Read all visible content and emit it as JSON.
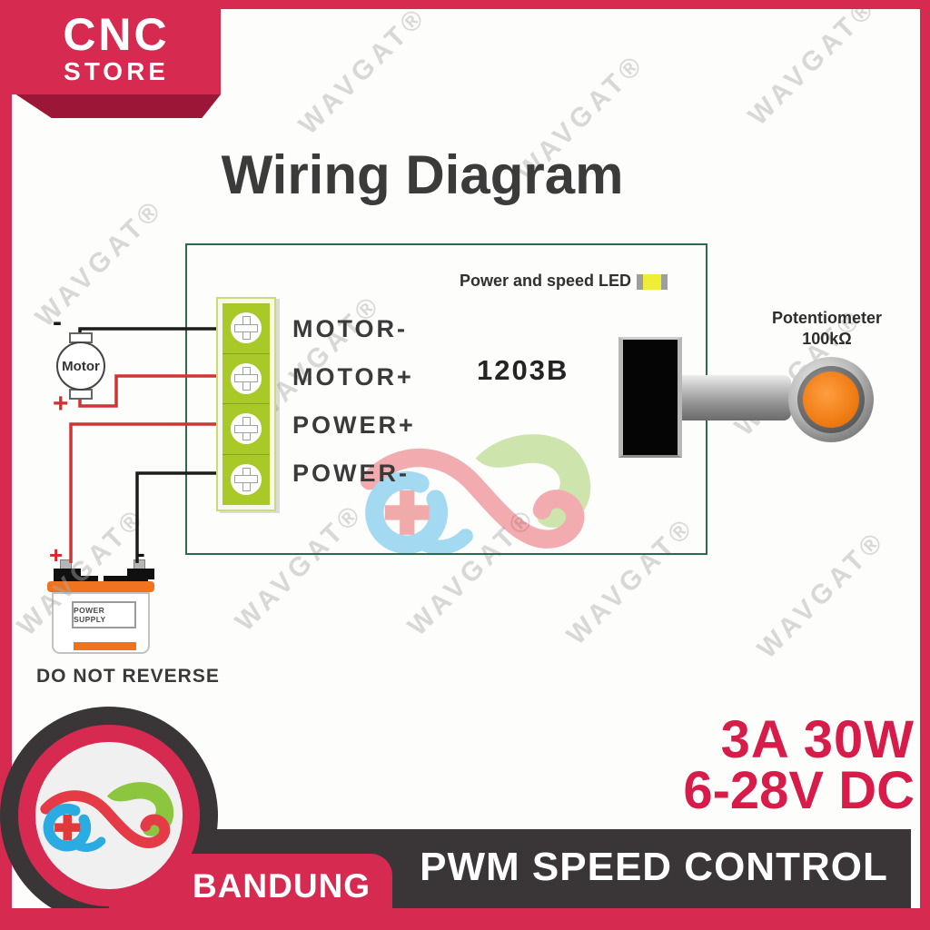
{
  "store_badge": {
    "line1": "CNC",
    "line2": "STORE"
  },
  "watermark": {
    "text": "WAVGAT®"
  },
  "title": "Wiring Diagram",
  "diagram": {
    "terminals": [
      "MOTOR-",
      "MOTOR+",
      "POWER+",
      "POWER-"
    ],
    "model": "1203B",
    "led_label": "Power and speed LED",
    "pot_label": "Potentiometer",
    "pot_value": "100kΩ",
    "motor": {
      "label": "Motor",
      "minus": "-",
      "plus": "+"
    },
    "battery": {
      "label": "POWER SUPPLY",
      "plus": "+",
      "minus": "-"
    },
    "warning": "DO NOT REVERSE"
  },
  "footer": {
    "city": "BANDUNG",
    "product": "PWM SPEED CONTROL",
    "spec_line1": "3A 30W",
    "spec_line2": "6-28V DC"
  },
  "colors": {
    "crimson": "#d62a50",
    "crimson_dark_fold": "#9c1737",
    "dark_band": "#3a3637",
    "diagram_border_green": "#2b6b4c",
    "terminal_green": "#a9c929",
    "battery_orange": "#ee7420",
    "wire_red": "#cf3535",
    "wire_black": "#1c1c1c",
    "led_yellow": "#f0ee33",
    "knob_orange": "#f07d14",
    "spec_text": "#d81c4a"
  }
}
